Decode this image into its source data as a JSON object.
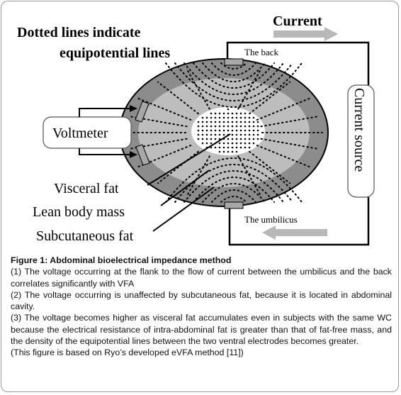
{
  "diagram": {
    "heading_line1": "Dotted lines indicate",
    "heading_line2": "equipotential lines",
    "current_label": "Current",
    "back_label": "The back",
    "umbilicus_label": "The umbilicus",
    "current_source_label": "Current source",
    "voltmeter_label": "Voltmeter",
    "visceral_fat_label": "Visceral fat",
    "lean_body_mass_label": "Lean body mass",
    "subcutaneous_fat_label": "Subcutaneous fat"
  },
  "caption": {
    "title": "Figure 1: Abdominal bioelectrical impedance method",
    "point1": "(1) The voltage occurring at the flank to the flow of current between the umbilicus and the back correlates significantly with VFA",
    "point2": "(2) The voltage occurring is unaffected by subcutaneous fat, because it is located in abdominal cavity.",
    "point3": "(3) The voltage becomes higher as visceral fat accumulates even in subjects with the same WC because the electrical resistance of intra-abdominal fat is greater than that of fat-free mass, and the density of the equipotential lines between the two ventral electrodes becomes greater.",
    "note": "(This figure is based on Ryo’s developed eVFA method [11])"
  },
  "colors": {
    "subcutaneous_ring": "#8c8c8c",
    "lean_body_mass": "#bdbdbd",
    "visceral_fat": "#ffffff",
    "arrow": "#b8b8b8",
    "electrode": "#a8a8a8"
  }
}
